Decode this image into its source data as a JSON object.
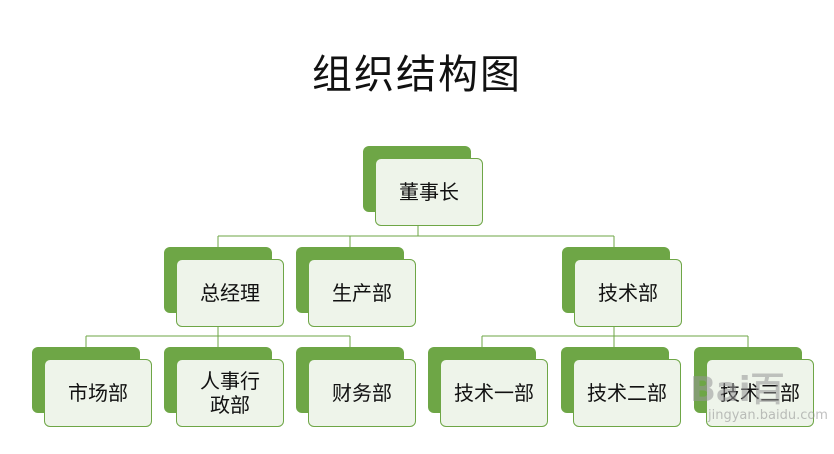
{
  "title": "组织结构图",
  "nodes": {
    "chairman": "董事长",
    "general_manager": "总经理",
    "production": "生产部",
    "technology": "技术部",
    "marketing": "市场部",
    "hr_admin": "人事行政部",
    "finance": "财务部",
    "tech_one": "技术一部",
    "tech_two": "技术二部",
    "tech_three": "技术三部"
  },
  "watermark": {
    "logo": "Bai百",
    "text": "jingyan.baidu.com"
  },
  "colors": {
    "shadow_green": "#6ea646",
    "card_fill": "#eef4ea",
    "card_border": "#6ea646",
    "connector": "#6ea646"
  }
}
